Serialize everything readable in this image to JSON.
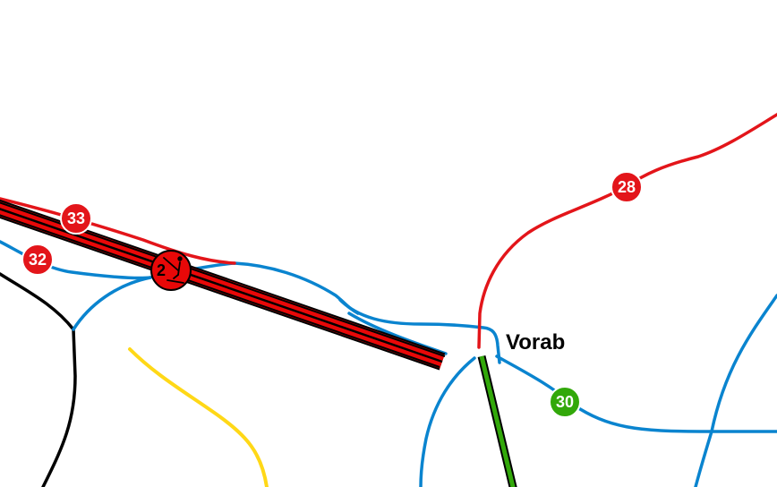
{
  "map": {
    "type": "ski-piste-map",
    "colors": {
      "background": "#ffffff",
      "easy": "#0a84cf",
      "intermediate": "#e3151a",
      "beginner": "#32a80a",
      "lift_fill": "#e80808",
      "lift_outline": "#000000",
      "skiroute": "#000000",
      "trail_yellow": "#ffd817",
      "badge_text": "#ffffff"
    },
    "place_labels": [
      {
        "name": "Vorab"
      }
    ],
    "piste_badges": [
      {
        "number": "33",
        "difficulty": "intermediate",
        "color": "#e3151a"
      },
      {
        "number": "32",
        "difficulty": "intermediate",
        "color": "#e3151a"
      },
      {
        "number": "28",
        "difficulty": "intermediate",
        "color": "#e3151a"
      },
      {
        "number": "30",
        "difficulty": "beginner",
        "color": "#32a80a"
      }
    ],
    "lifts": [
      {
        "number": "2",
        "icon": "drag-lift-icon",
        "type": "drag-lift"
      },
      {
        "number": "",
        "icon": "",
        "type": "beginner-lift"
      }
    ]
  }
}
